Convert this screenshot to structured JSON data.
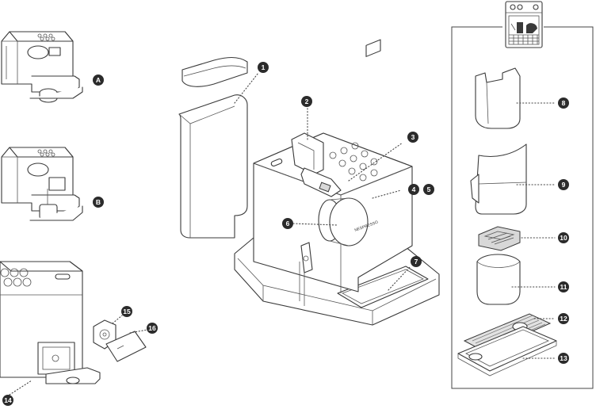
{
  "badges": {
    "A": "A",
    "B": "B",
    "n1": "1",
    "n2": "2",
    "n3": "3",
    "n4": "4",
    "n5": "5",
    "n6": "6",
    "n7": "7",
    "n8": "8",
    "n9": "9",
    "n10": "10",
    "n11": "11",
    "n12": "12",
    "n13": "13",
    "n14": "14",
    "n15": "15",
    "n16": "16"
  },
  "icons": {
    "dishwasher": "dishwasher-icon"
  },
  "colors": {
    "badge": "#2b2b2b",
    "line": "#3a3a3a"
  }
}
